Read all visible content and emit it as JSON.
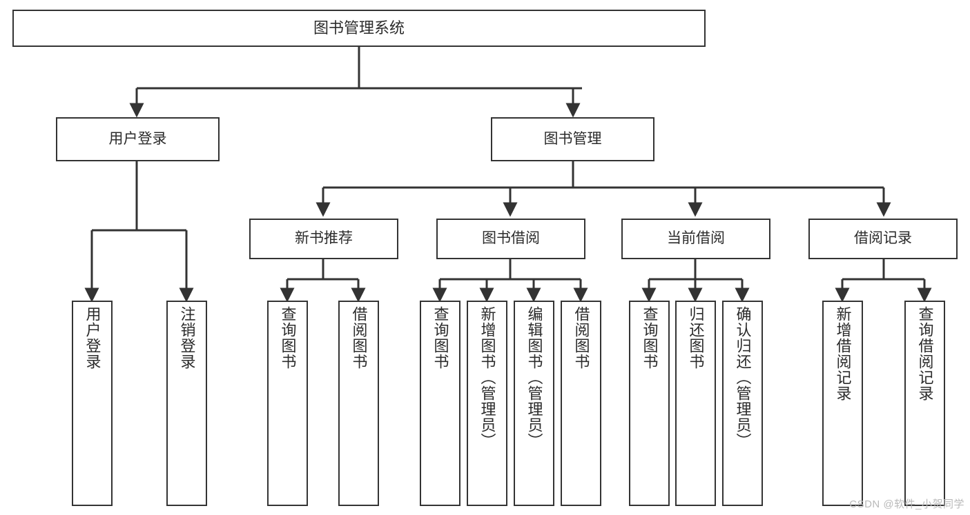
{
  "diagram": {
    "type": "tree-hierarchy",
    "title": "图书管理系统",
    "watermark": "CSDN @软件_小贺同学",
    "colors": {
      "box_border": "#333333",
      "box_fill": "#ffffff",
      "connector": "#333333",
      "text": "#2b2b2b",
      "watermark": "#b9b9b9",
      "background": "#ffffff"
    },
    "nodes": {
      "root": {
        "label": "图书管理系统",
        "level": 0
      },
      "level1": [
        {
          "id": "user-login",
          "label": "用户登录"
        },
        {
          "id": "book-manage",
          "label": "图书管理"
        }
      ],
      "level2": [
        {
          "id": "new-book-recommend",
          "label": "新书推荐",
          "parent": "book-manage"
        },
        {
          "id": "book-borrow",
          "label": "图书借阅",
          "parent": "book-manage"
        },
        {
          "id": "current-borrow",
          "label": "当前借阅",
          "parent": "book-manage"
        },
        {
          "id": "borrow-record",
          "label": "借阅记录",
          "parent": "book-manage"
        }
      ],
      "leaves": [
        {
          "id": "leaf-user-login",
          "label": "用户登录",
          "parent": "user-login"
        },
        {
          "id": "leaf-logout-login",
          "label": "注销登录",
          "parent": "user-login"
        },
        {
          "id": "leaf-query-book-1",
          "label": "查询图书",
          "parent": "new-book-recommend"
        },
        {
          "id": "leaf-borrow-book-1",
          "label": "借阅图书",
          "parent": "new-book-recommend"
        },
        {
          "id": "leaf-query-book-2",
          "label": "查询图书",
          "parent": "book-borrow"
        },
        {
          "id": "leaf-add-book",
          "label": "新增图书（管理员）",
          "parent": "book-borrow"
        },
        {
          "id": "leaf-edit-book",
          "label": "编辑图书（管理员）",
          "parent": "book-borrow"
        },
        {
          "id": "leaf-borrow-book-2",
          "label": "借阅图书",
          "parent": "book-borrow"
        },
        {
          "id": "leaf-query-book-3",
          "label": "查询图书",
          "parent": "current-borrow"
        },
        {
          "id": "leaf-return-book",
          "label": "归还图书",
          "parent": "current-borrow"
        },
        {
          "id": "leaf-confirm-return",
          "label": "确认归还（管理员）",
          "parent": "current-borrow"
        },
        {
          "id": "leaf-add-record",
          "label": "新增借阅记录",
          "parent": "borrow-record"
        },
        {
          "id": "leaf-query-record",
          "label": "查询借阅记录",
          "parent": "borrow-record"
        }
      ]
    }
  }
}
